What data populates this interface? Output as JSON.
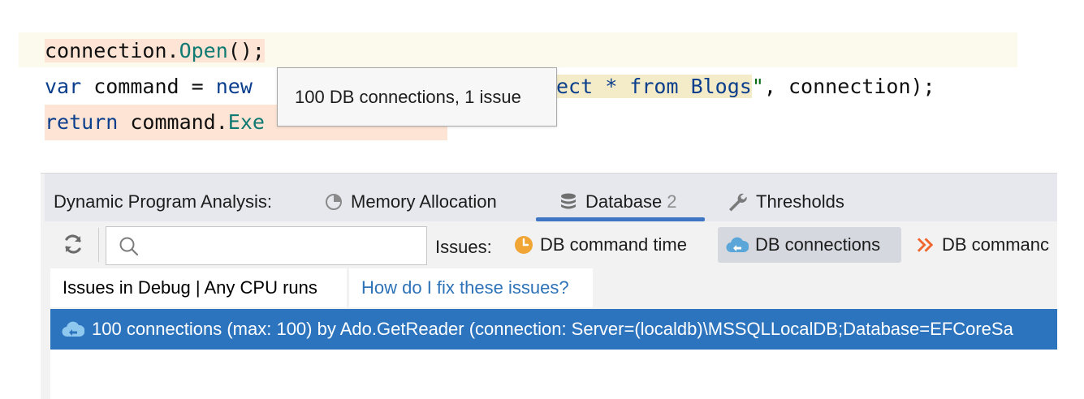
{
  "editor": {
    "line1": {
      "obj": "connection",
      "dot": ".",
      "method": "Open",
      "rest": "();"
    },
    "line2": {
      "kw_var": "var",
      "ident": " command = ",
      "kw_new": "new",
      "str_tail": "ect * from Blogs",
      "quote": "\"",
      "rest": ", connection);"
    },
    "line3": {
      "kw_return": "return",
      "ident": " command.",
      "method_visible": "Exe"
    }
  },
  "tooltip": {
    "text": "100 DB connections, 1 issue"
  },
  "panel": {
    "title": "Dynamic Program Analysis:",
    "tabs": [
      {
        "label": "Memory Allocation",
        "icon": "pie-chart-icon"
      },
      {
        "label": "Database",
        "count": "2",
        "icon": "database-icon",
        "selected": true
      },
      {
        "label": "Thresholds",
        "icon": "wrench-icon"
      }
    ],
    "toolbar": {
      "refresh_icon": "refresh-icon",
      "search_placeholder": "",
      "issues_label": "Issues:",
      "filters": [
        {
          "label": "DB command time",
          "icon": "clock-icon"
        },
        {
          "label": "DB connections",
          "icon": "cloud-db-icon",
          "selected": true
        },
        {
          "label": "DB commanc",
          "icon": "double-chevron-icon"
        }
      ]
    },
    "subtabs": [
      {
        "label": "Issues in Debug | Any CPU runs"
      },
      {
        "label": "How do I fix these issues?"
      }
    ],
    "issue_row": {
      "text": "100 connections (max: 100) by Ado.GetReader (connection: Server=(localdb)\\MSSQLLocalDB;Database=EFCoreSa",
      "icon": "cloud-db-icon"
    }
  },
  "colors": {
    "accent": "#2d74be",
    "tab_underline": "#3f76c3",
    "highlight_peach": "#fde4d4",
    "highlight_yellow": "#f4ecc8",
    "clock_orange": "#f0a535",
    "chevron_orange": "#f0642d"
  }
}
